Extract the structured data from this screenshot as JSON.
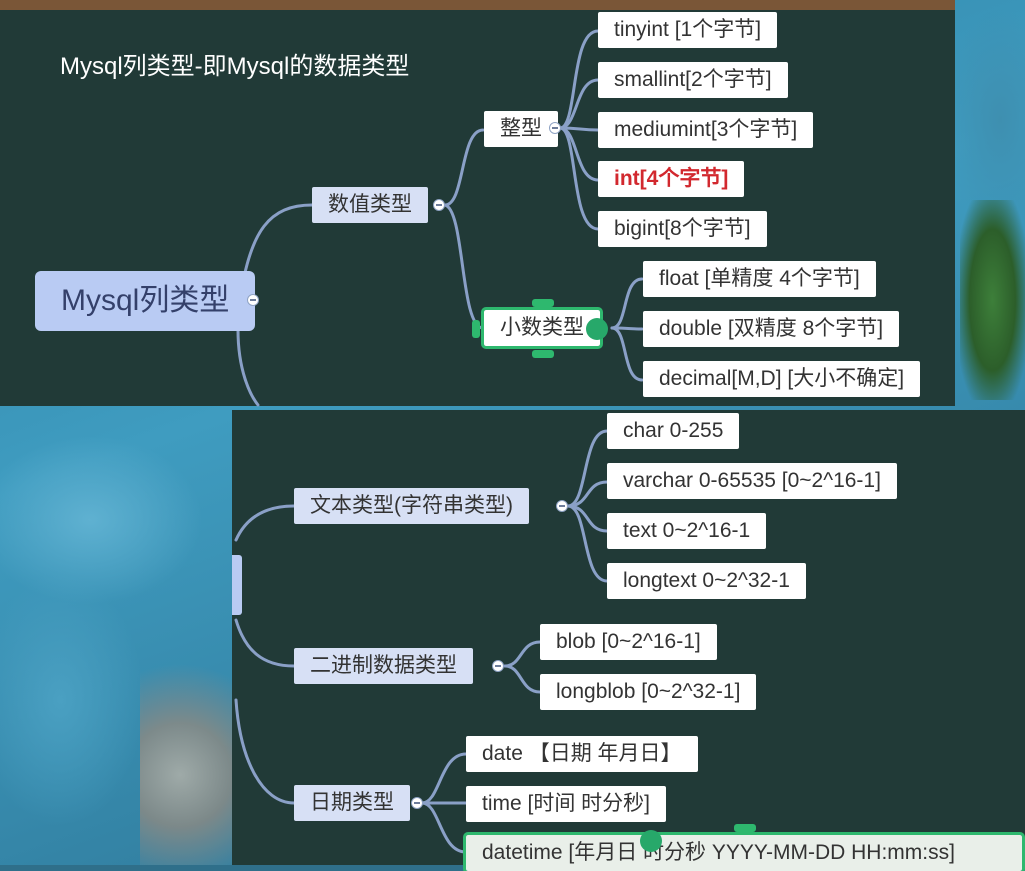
{
  "title": "Mysql列类型-即Mysql的数据类型",
  "root": "Mysql列类型",
  "branches": {
    "numeric": "数值类型",
    "integer": "整型",
    "decimal": "小数类型",
    "text": "文本类型(字符串类型)",
    "binary": "二进制数据类型",
    "date": "日期类型"
  },
  "integer_items": [
    "tinyint [1个字节]",
    "smallint[2个字节]",
    "mediumint[3个字节]",
    "int[4个字节]",
    "bigint[8个字节]"
  ],
  "decimal_items": [
    "float [单精度 4个字节]",
    "double [双精度 8个字节]",
    "decimal[M,D] [大小不确定]"
  ],
  "text_items": [
    "char 0-255",
    "varchar 0-65535 [0~2^16-1]",
    "text 0~2^16-1",
    "longtext 0~2^32-1"
  ],
  "binary_items": [
    "blob [0~2^16-1]",
    "longblob [0~2^32-1]"
  ],
  "date_items": [
    "date 【日期 年月日】",
    "time [时间 时分秒]",
    "datetime [年月日 时分秒 YYYY-MM-DD HH:mm:ss]"
  ],
  "colors": {
    "board": "#213a37",
    "highlight": "#d2282e",
    "root": "#b9cbf3",
    "branch": "#d7e0f5",
    "select": "#2eb86e"
  }
}
